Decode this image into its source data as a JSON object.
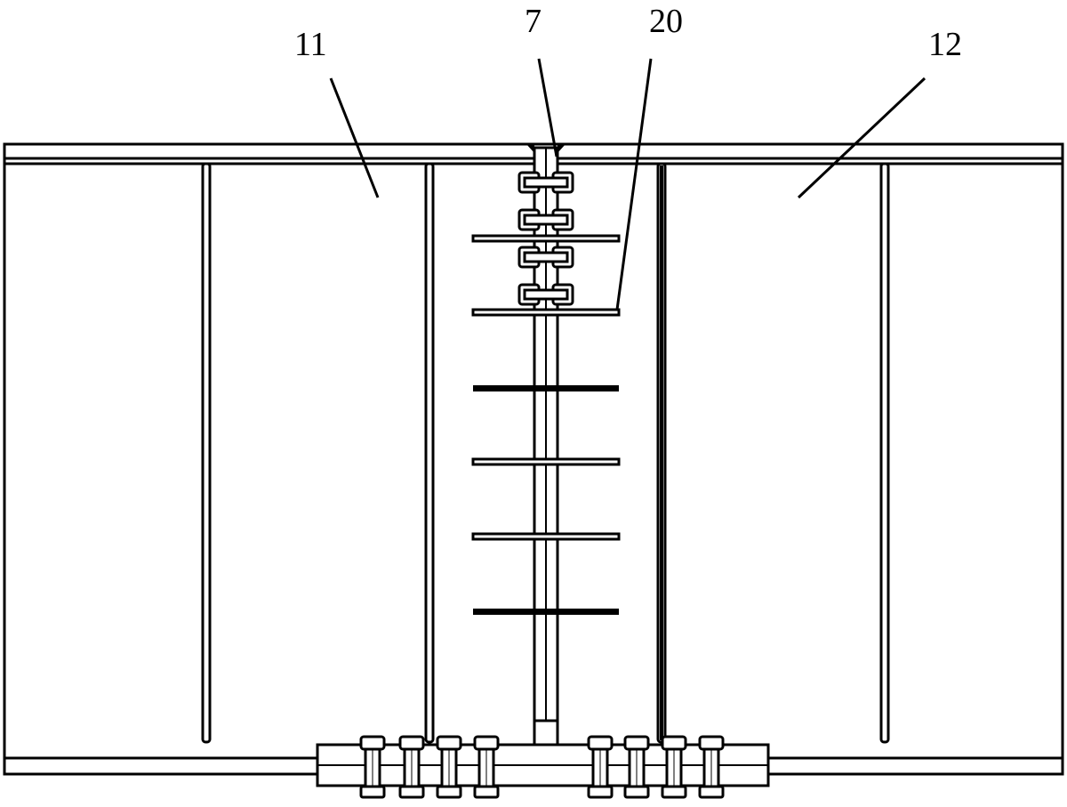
{
  "labels": {
    "left_panel": "11",
    "right_panel": "12",
    "center_member": "7",
    "connector": "20"
  }
}
